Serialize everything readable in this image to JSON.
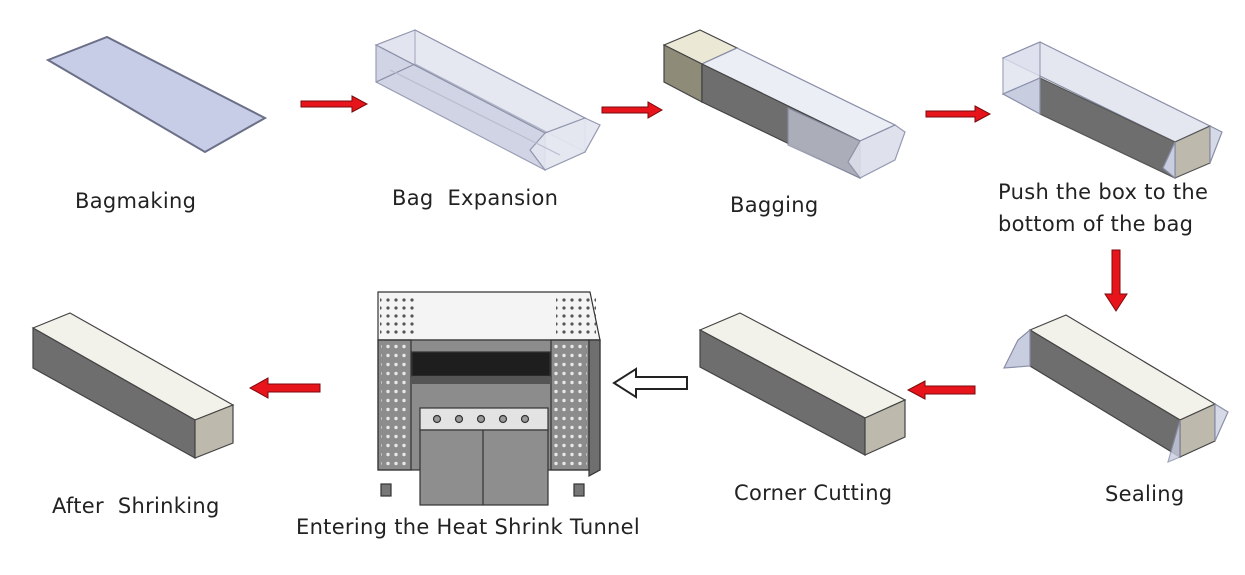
{
  "steps": {
    "bagmaking": "Bagmaking",
    "bag_expansion": "Bag  Expansion",
    "bagging": "Bagging",
    "push_line1": "Push the box to the",
    "push_line2": "bottom of the bag",
    "sealing": "Sealing",
    "corner_cutting": "Corner Cutting",
    "heat_tunnel": "Entering the Heat Shrink Tunnel",
    "after_shrinking": "After  Shrinking"
  },
  "colors": {
    "arrow_fill": "#e8141b",
    "arrow_outline": "#222222",
    "film": "#c7cde6",
    "box_top": "#f2f1ea",
    "box_front": "#6e6e6e",
    "box_end": "#bdb9ad",
    "machine_body": "#8c8c8c"
  }
}
